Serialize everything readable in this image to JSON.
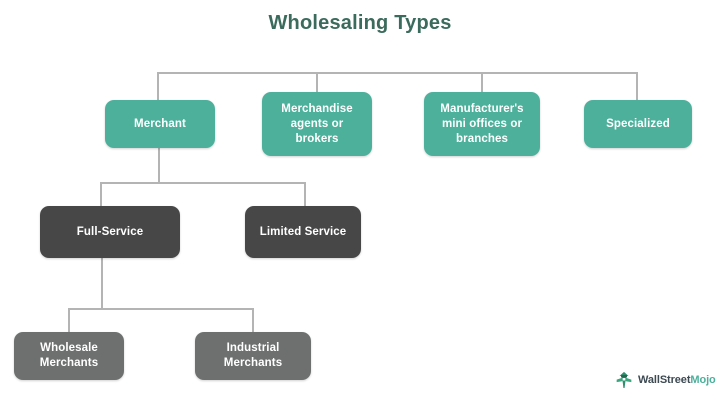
{
  "title": "Wholesaling Types",
  "colors": {
    "title": "#3a6b5c",
    "green_node": "#4cb09b",
    "dark_node": "#474747",
    "gray_node": "#6e7070",
    "connector": "#b4b4b4",
    "background": "#ffffff",
    "node_text": "#ffffff"
  },
  "nodes": {
    "level1": [
      {
        "label": "Merchant"
      },
      {
        "label": "Merchandise agents or brokers"
      },
      {
        "label": "Manufacturer's mini offices or branches"
      },
      {
        "label": "Specialized"
      }
    ],
    "level2": [
      {
        "label": "Full-Service"
      },
      {
        "label": "Limited Service"
      }
    ],
    "level3": [
      {
        "label": "Wholesale Merchants"
      },
      {
        "label": "Industrial Merchants"
      }
    ]
  },
  "logo": {
    "part1": "Wall",
    "part2": "Street",
    "part3": "Mojo",
    "icon": "wallstreetmojo-tree-icon"
  }
}
